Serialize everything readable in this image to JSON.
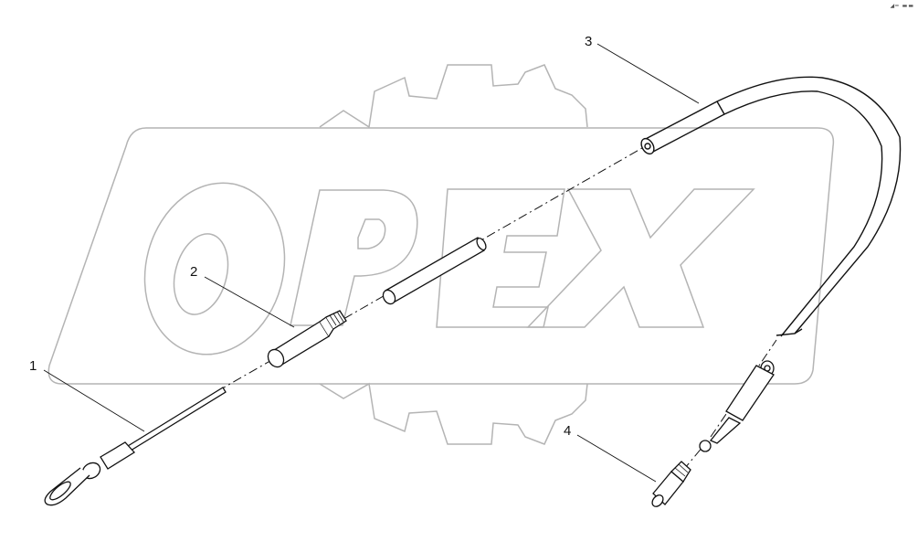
{
  "diagram": {
    "title": "Exploded parts diagram",
    "watermark": {
      "text": "OPEX",
      "stroke_color": "#b4b4b4"
    },
    "line_color": "#111111",
    "corner_mark": "◢━ ▬▬",
    "callouts": [
      {
        "id": "1",
        "label": "1",
        "part": "cable end / rod with eye fitting"
      },
      {
        "id": "2",
        "label": "2",
        "part": "threaded sleeve and tube"
      },
      {
        "id": "3",
        "label": "3",
        "part": "flexible cable sheath"
      },
      {
        "id": "4",
        "label": "4",
        "part": "threaded end fitting with rod"
      }
    ]
  }
}
